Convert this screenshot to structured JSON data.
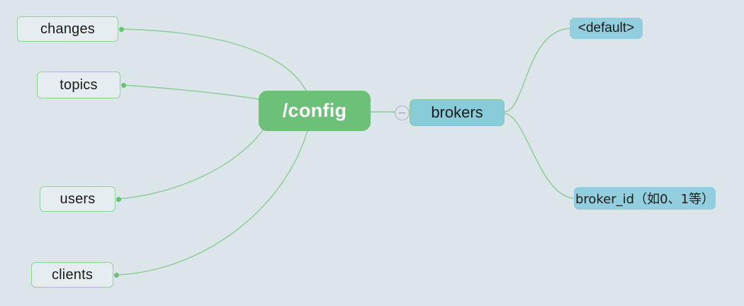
{
  "diagram": {
    "title": "/config mind map",
    "background_color": "#dce5ea",
    "edge_color": "#8ecb97",
    "root": {
      "label": "/config",
      "fill": "#6cc077",
      "text_color": "#ffffff"
    },
    "left_branches": [
      {
        "label": "changes",
        "fill": "rgba(255,255,255,0.30)",
        "border": "#93cf9c"
      },
      {
        "label": "topics",
        "fill": "rgba(255,255,255,0.30)",
        "border": "#93cf9c"
      },
      {
        "label": "users",
        "fill": "rgba(255,255,255,0.30)",
        "border": "#93cf9c"
      },
      {
        "label": "clients",
        "fill": "rgba(255,255,255,0.30)",
        "border": "#93cf9c"
      }
    ],
    "right_branch": {
      "label": "brokers",
      "fill": "#89ccd9",
      "border": "#8bcb94",
      "toggle": {
        "name": "collapse-toggle",
        "state": "expanded",
        "glyph": "minus"
      },
      "children": [
        {
          "label": "<default>",
          "fill": "#92cedd"
        },
        {
          "label": "broker_id（如0、1等）",
          "fill": "#92cedd"
        }
      ]
    }
  }
}
